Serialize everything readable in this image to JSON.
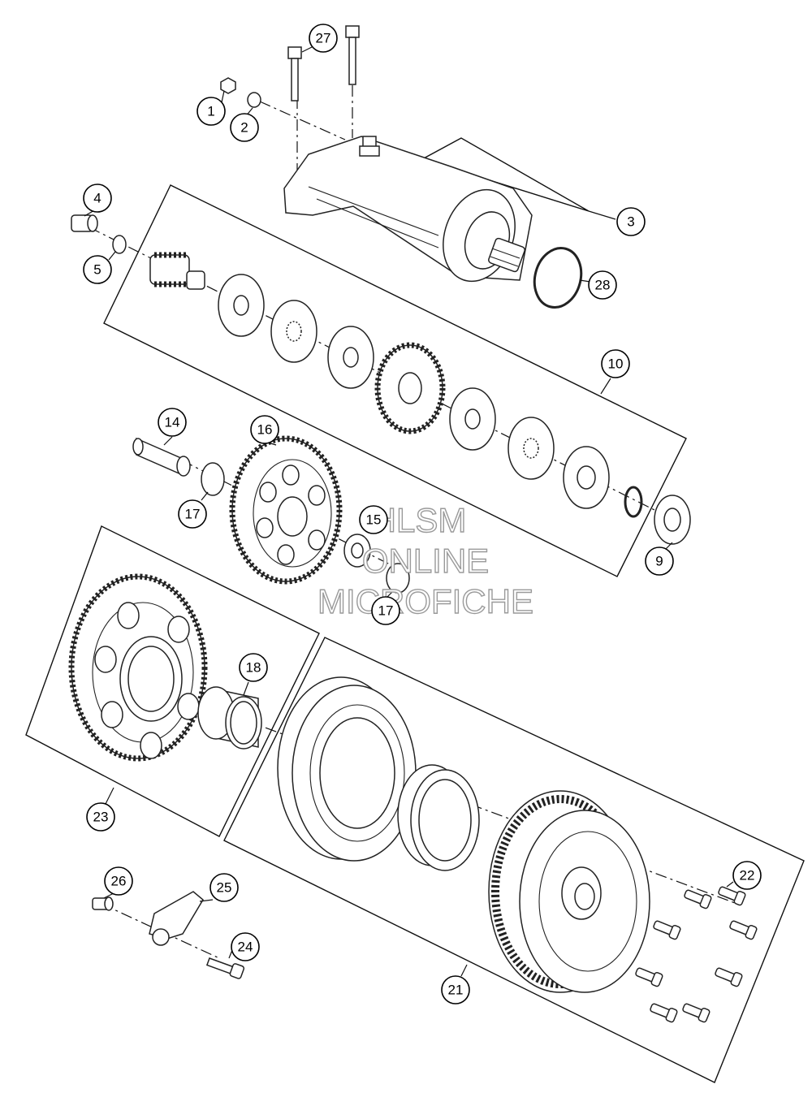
{
  "callouts": [
    {
      "id": "c1",
      "label": "1"
    },
    {
      "id": "c2",
      "label": "2"
    },
    {
      "id": "c3",
      "label": "3"
    },
    {
      "id": "c4",
      "label": "4"
    },
    {
      "id": "c5",
      "label": "5"
    },
    {
      "id": "c9",
      "label": "9"
    },
    {
      "id": "c10",
      "label": "10"
    },
    {
      "id": "c14",
      "label": "14"
    },
    {
      "id": "c15",
      "label": "15"
    },
    {
      "id": "c16",
      "label": "16"
    },
    {
      "id": "c17a",
      "label": "17"
    },
    {
      "id": "c17b",
      "label": "17"
    },
    {
      "id": "c18",
      "label": "18"
    },
    {
      "id": "c21",
      "label": "21"
    },
    {
      "id": "c22",
      "label": "22"
    },
    {
      "id": "c23",
      "label": "23"
    },
    {
      "id": "c24",
      "label": "24"
    },
    {
      "id": "c25",
      "label": "25"
    },
    {
      "id": "c26",
      "label": "26"
    },
    {
      "id": "c27",
      "label": "27"
    },
    {
      "id": "c28",
      "label": "28"
    }
  ],
  "watermark": {
    "line1": "HLSM",
    "line2": "ONLINE",
    "line3": "MICROFICHE"
  }
}
